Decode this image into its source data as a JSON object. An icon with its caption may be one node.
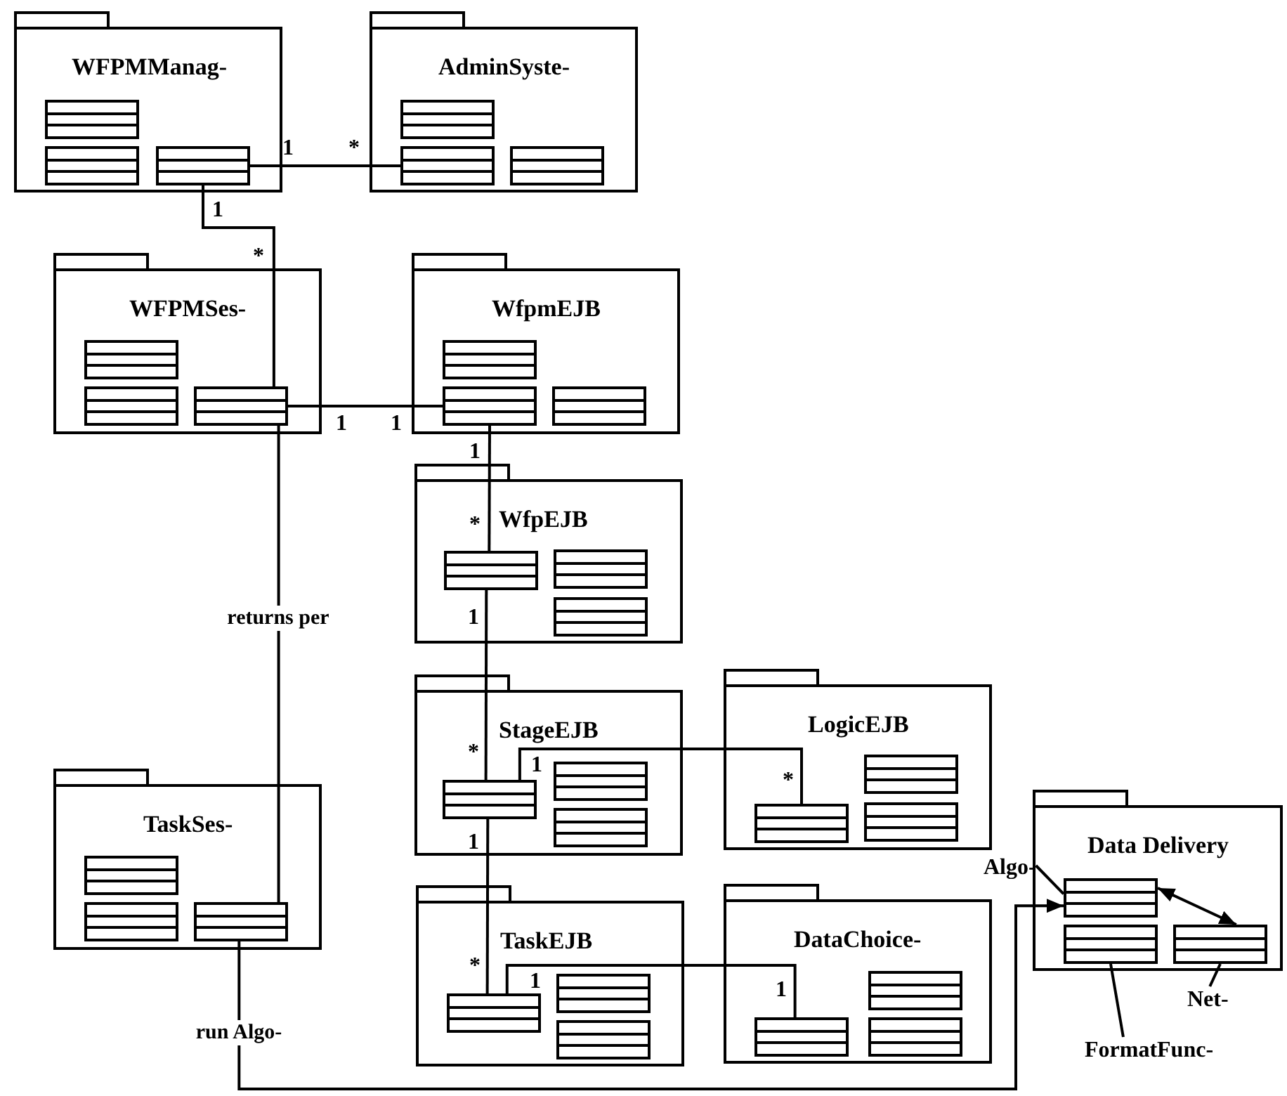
{
  "diagram": {
    "nodes": [
      {
        "text": [
          "WFPMManag-"
        ]
      },
      {
        "text": [],
        "shape": "box",
        "in": 0
      },
      {
        "text": [],
        "shape": "box",
        "in": 0
      },
      {
        "text": [],
        "shape": "box",
        "in": 0
      },
      {
        "text": [
          "AdminSyste-"
        ]
      },
      {
        "text": [],
        "shape": "box",
        "in": 4
      },
      {
        "text": [],
        "shape": "box",
        "in": 4
      },
      {
        "text": [],
        "shape": "box",
        "in": 4
      },
      {
        "text": [
          "WFPMSes-"
        ]
      },
      {
        "text": [],
        "shape": "box",
        "in": 8
      },
      {
        "text": [],
        "shape": "box",
        "in": 8
      },
      {
        "text": [],
        "shape": "box",
        "in": 8
      },
      {
        "text": [
          "WfpmEJB"
        ]
      },
      {
        "text": [],
        "shape": "box",
        "in": 12
      },
      {
        "text": [],
        "shape": "box",
        "in": 12
      },
      {
        "text": [],
        "shape": "box",
        "in": 12
      },
      {
        "text": [
          "WfpEJB"
        ]
      },
      {
        "text": [],
        "shape": "box",
        "in": 16
      },
      {
        "text": [],
        "shape": "box",
        "in": 16
      },
      {
        "text": [],
        "shape": "box",
        "in": 16
      },
      {
        "text": [
          "TaskSes-"
        ]
      },
      {
        "text": [],
        "shape": "box",
        "in": 20
      },
      {
        "text": [],
        "shape": "box",
        "in": 20
      },
      {
        "text": [],
        "shape": "box",
        "in": 20
      },
      {
        "text": [
          "StageEJB"
        ]
      },
      {
        "text": [],
        "shape": "box",
        "in": 24
      },
      {
        "text": [],
        "shape": "box",
        "in": 24
      },
      {
        "text": [],
        "shape": "box",
        "in": 24
      },
      {
        "text": [
          "LogicEJB"
        ]
      },
      {
        "text": [],
        "shape": "box",
        "in": 28
      },
      {
        "text": [],
        "shape": "box",
        "in": 28
      },
      {
        "text": [],
        "shape": "box",
        "in": 28
      },
      {
        "text": [
          "TaskEJB"
        ]
      },
      {
        "text": [],
        "shape": "box",
        "in": 32
      },
      {
        "text": [],
        "shape": "box",
        "in": 32
      },
      {
        "text": [],
        "shape": "box",
        "in": 32
      },
      {
        "text": [
          "DataChoice-"
        ]
      },
      {
        "text": [],
        "shape": "box",
        "in": 36
      },
      {
        "text": [],
        "shape": "box",
        "in": 36
      },
      {
        "text": [],
        "shape": "box",
        "in": 36
      },
      {
        "text": [
          "Data Delivery"
        ]
      },
      {
        "text": [],
        "shape": "box",
        "in": 40
      },
      {
        "text": [],
        "shape": "box",
        "in": 40
      },
      {
        "text": [],
        "shape": "box",
        "in": 40
      },
      {
        "text": [
          "Algo-"
        ]
      },
      {
        "text": [
          "Net-"
        ]
      },
      {
        "text": [
          "FormatFunc-"
        ]
      }
    ],
    "edges": [
      {
        "from": 3,
        "to": 6,
        "arrow": "none"
      },
      {
        "from": 3,
        "to": 11,
        "arrow": "none"
      },
      {
        "from": 11,
        "to": 14,
        "arrow": "none"
      },
      {
        "from": 14,
        "to": 17,
        "arrow": "none"
      },
      {
        "from": 11,
        "to": 23,
        "arrow": "none",
        "label": "returns per"
      },
      {
        "from": 17,
        "to": 25,
        "arrow": "none"
      },
      {
        "from": 25,
        "to": 30,
        "arrow": "none"
      },
      {
        "from": 25,
        "to": 33,
        "arrow": "none"
      },
      {
        "from": 33,
        "to": 38,
        "arrow": "none"
      },
      {
        "from": 23,
        "to": 41,
        "arrow": "to",
        "label": "run Algo-"
      },
      {
        "from": 41,
        "to": 43,
        "arrow": "both"
      },
      {
        "from": 44,
        "to": 41,
        "arrow": "none"
      },
      {
        "from": 45,
        "to": 43,
        "arrow": "none"
      },
      {
        "from": 46,
        "to": 42,
        "arrow": "none"
      }
    ],
    "labels": [
      "1",
      "*",
      "1",
      "*",
      "1",
      "1",
      "1",
      "*",
      "1",
      "*",
      "1",
      "*",
      "1",
      "*",
      "1",
      "1"
    ]
  }
}
